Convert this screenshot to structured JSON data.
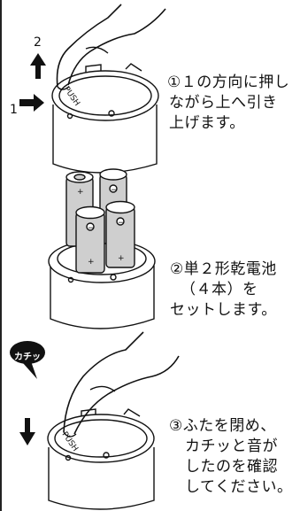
{
  "steps": [
    {
      "lines": [
        "①１の方向に押し",
        "ながら上へ引き",
        "上げます。"
      ]
    },
    {
      "lines": [
        "②単２形乾電池",
        "（４本）を",
        "セットします。"
      ]
    },
    {
      "lines": [
        "③ふたを閉め、",
        "カチッと音が",
        "したのを確認",
        "してください。"
      ]
    }
  ],
  "labels": {
    "arrow_up_number": "2",
    "arrow_side_number": "1",
    "push_label": "PUSH",
    "sound_bubble": "カチッ"
  },
  "colors": {
    "ink": "#111111",
    "paper": "#ffffff",
    "battery_gray": "#cfcfcf"
  }
}
